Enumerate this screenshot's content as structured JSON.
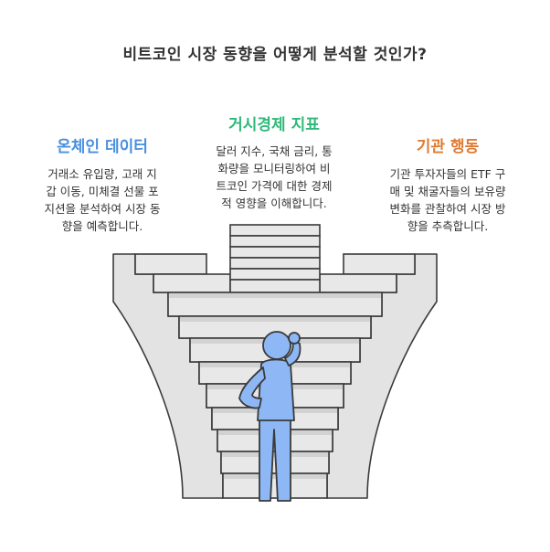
{
  "title": "비트코인 시장 동향을 어떻게 분석할 것인가?",
  "onchain": {
    "heading": "온체인 데이터",
    "lines": [
      "거래소 유입량, 고래 지",
      "갑 이동, 미체결 선물 포",
      "지션을 분석하여 시장 동",
      "향을 예측합니다."
    ]
  },
  "macro": {
    "heading": "거시경제 지표",
    "lines": [
      "달러 지수, 국채 금리, 통",
      "화량을 모니터링하여 비",
      "트코인 가격에 대한 경제",
      "적 영향을 이해합니다."
    ]
  },
  "institutional": {
    "heading": "기관 행동",
    "lines": [
      "기관 투자자들의 ETF 구",
      "매 및 채굴자들의 보유량",
      "변화를 관찰하여 시장 방",
      "향을 추측합니다."
    ]
  },
  "colors": {
    "onchain": "#4a8fde",
    "macro": "#2fb87a",
    "institutional": "#e07b32",
    "person": "#8db8f5",
    "stairs": "#e3e3e3",
    "outline": "#3a3a3a"
  }
}
